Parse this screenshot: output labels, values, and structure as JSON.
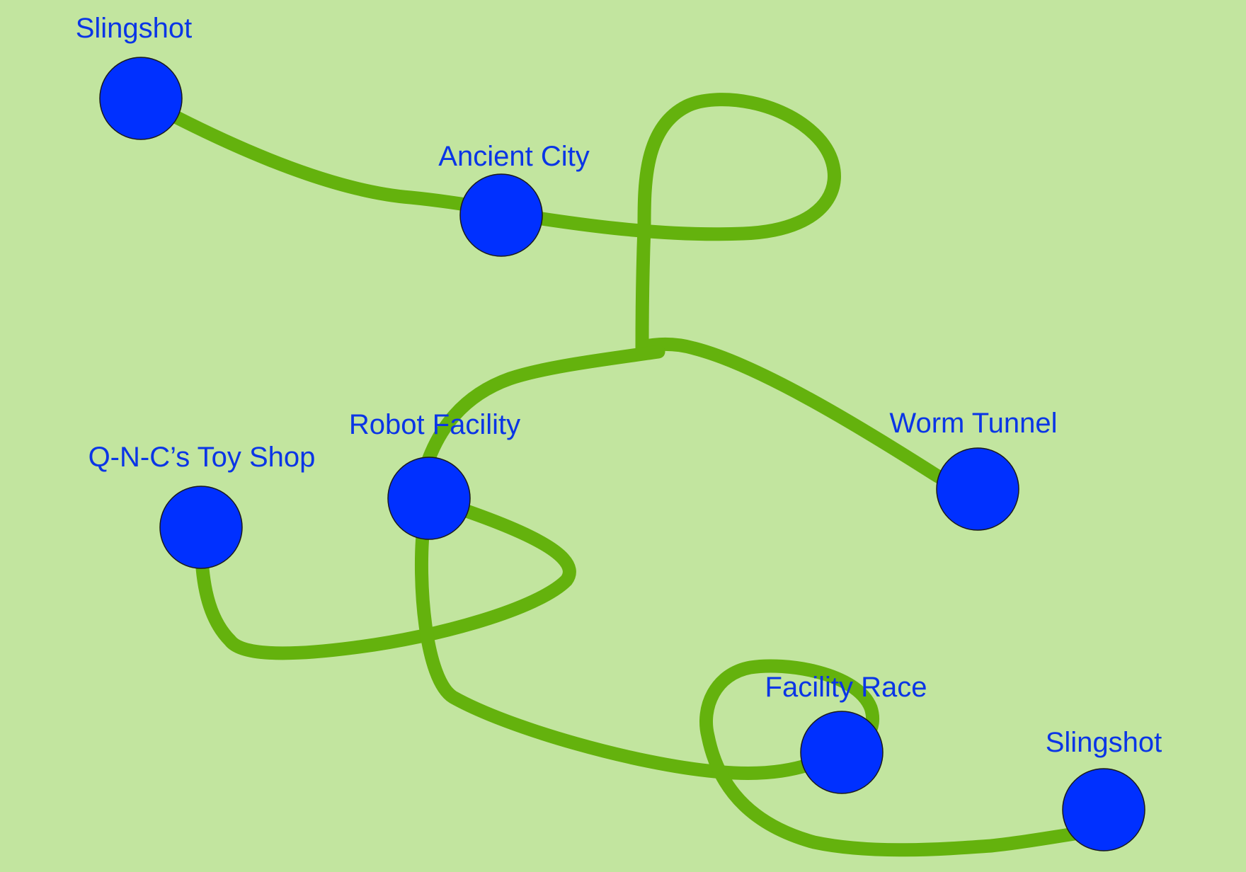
{
  "colors": {
    "background": "#c2e59f",
    "path": "#64b20d",
    "node_fill": "#0030ff",
    "node_outline": "#1a1a1a",
    "label_text": "#0a35e6"
  },
  "nodes": [
    {
      "id": "slingshot-top",
      "label": "Slingshot",
      "icon": "level-node"
    },
    {
      "id": "ancient-city",
      "label": "Ancient City",
      "icon": "level-node"
    },
    {
      "id": "robot-facility",
      "label": "Robot Facility",
      "icon": "level-node"
    },
    {
      "id": "qnc-toy-shop",
      "label": "Q-N-C’s Toy Shop",
      "icon": "level-node"
    },
    {
      "id": "worm-tunnel",
      "label": "Worm Tunnel",
      "icon": "level-node"
    },
    {
      "id": "facility-race",
      "label": "Facility Race",
      "icon": "level-node"
    },
    {
      "id": "slingshot-bottom",
      "label": "Slingshot",
      "icon": "level-node"
    }
  ]
}
